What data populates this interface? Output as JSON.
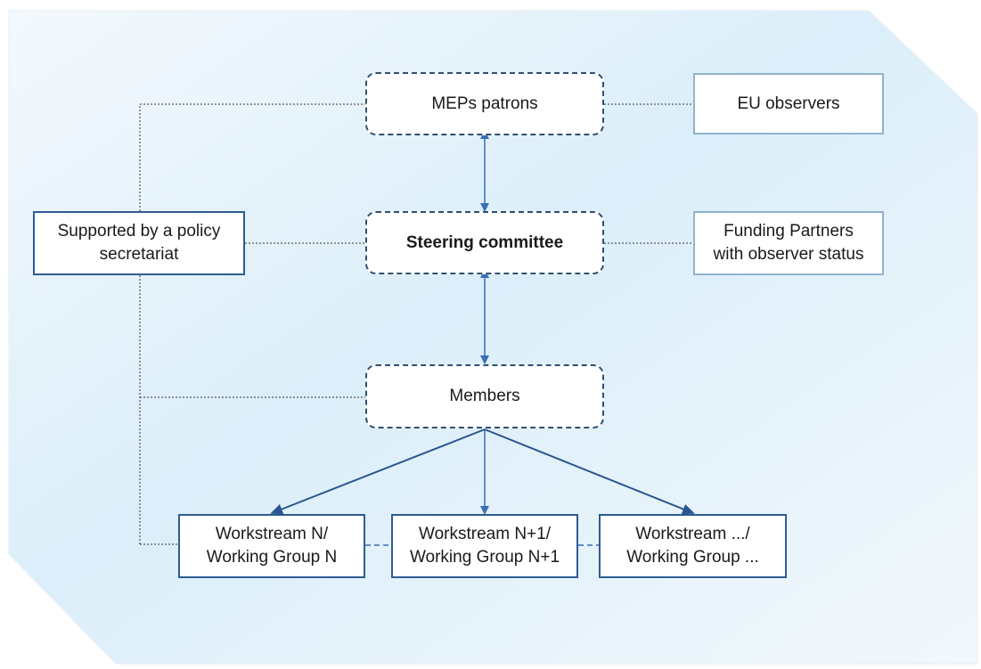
{
  "diagram": {
    "colors": {
      "background_gradient": [
        "#cfe6f5",
        "#eef6fb"
      ],
      "arrow": "#3a6db5",
      "dark_arrow": "#2a558f",
      "dashed_border": "#2f4f73",
      "light_border": "#8fb3cf",
      "dark_border": "#2e5c93",
      "dotted_connector": "#333333"
    },
    "nodes": {
      "meps_patrons": "MEPs patrons",
      "eu_observers": "EU observers",
      "policy_secretariat": "Supported by a policy secretariat",
      "steering_committee": "Steering committee",
      "funding_partners": "Funding Partners\nwith observer status",
      "members": "Members",
      "workstream_n": "Workstream N/\nWorking Group N",
      "workstream_n1": "Workstream N+1/\nWorking Group N+1",
      "workstream_more": "Workstream .../\nWorking Group ..."
    }
  }
}
